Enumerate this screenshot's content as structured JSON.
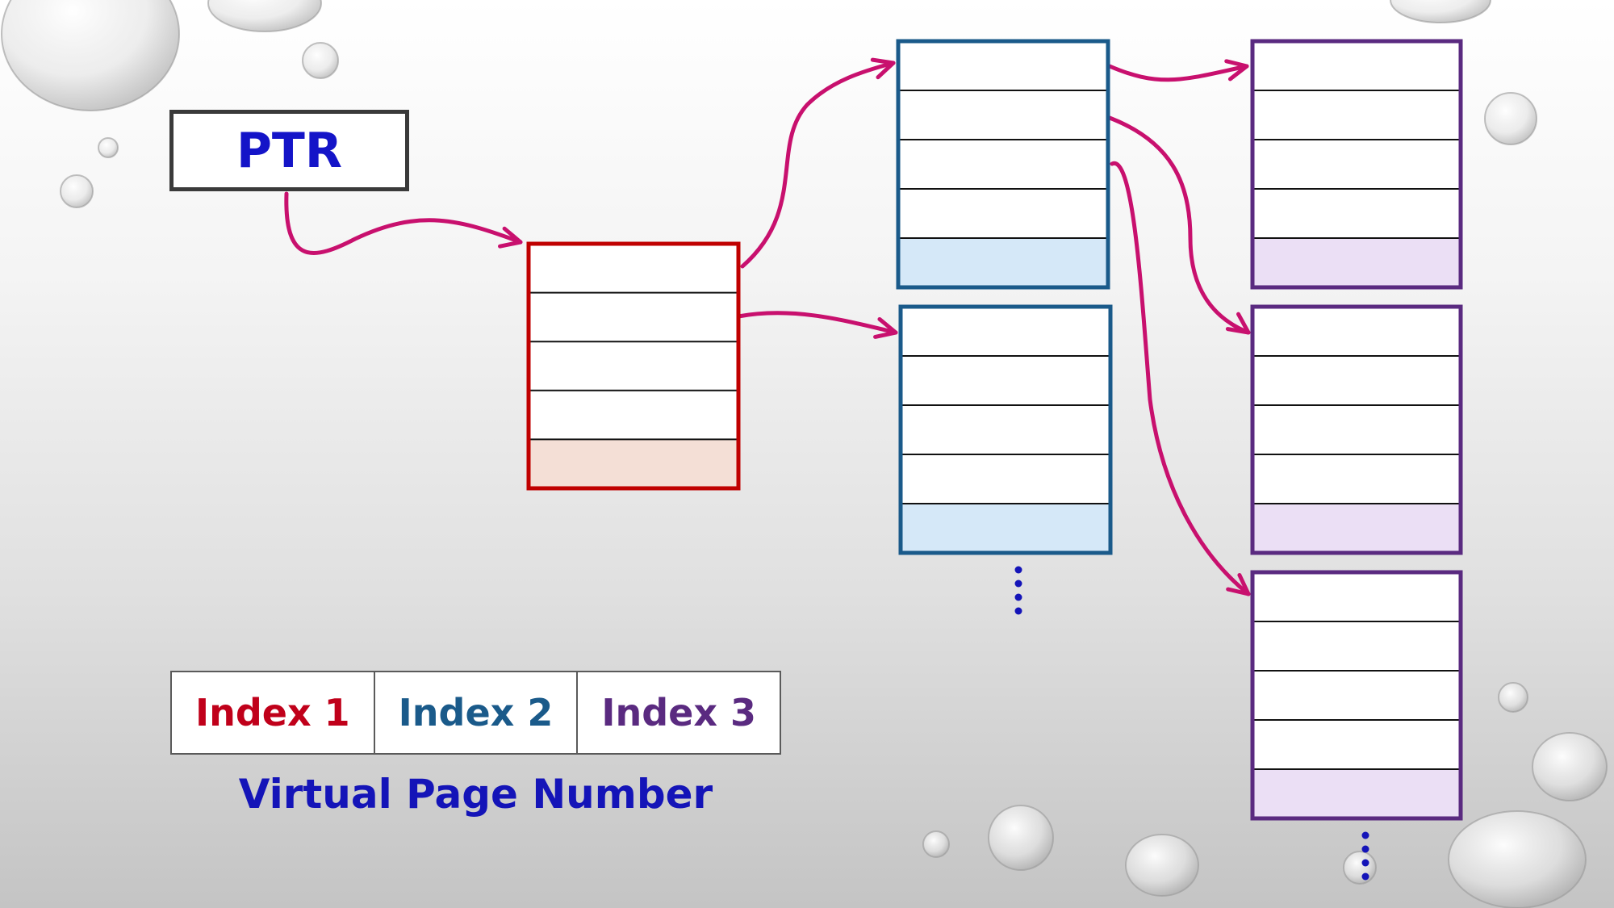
{
  "ptr": {
    "label": "PTR"
  },
  "virtual_page_number": {
    "caption": "Virtual Page Number",
    "fields": [
      {
        "label": "Index 1",
        "color": "#c0001a"
      },
      {
        "label": "Index 2",
        "color": "#1a5a8a"
      },
      {
        "label": "Index 3",
        "color": "#5a2a80"
      }
    ]
  },
  "levels": [
    {
      "name": "level-1",
      "border_color": "#c00000",
      "last_row_fill": "#f4dfd6",
      "rows": 5
    },
    {
      "name": "level-2",
      "border_color": "#1a5a8a",
      "last_row_fill": "#d5e8f8",
      "rows": 5
    },
    {
      "name": "level-3",
      "border_color": "#5a2a80",
      "last_row_fill": "#ebdff5",
      "rows": 5
    }
  ],
  "colors": {
    "arrow": "#c8106e",
    "ellipsis": "#1414b8"
  }
}
